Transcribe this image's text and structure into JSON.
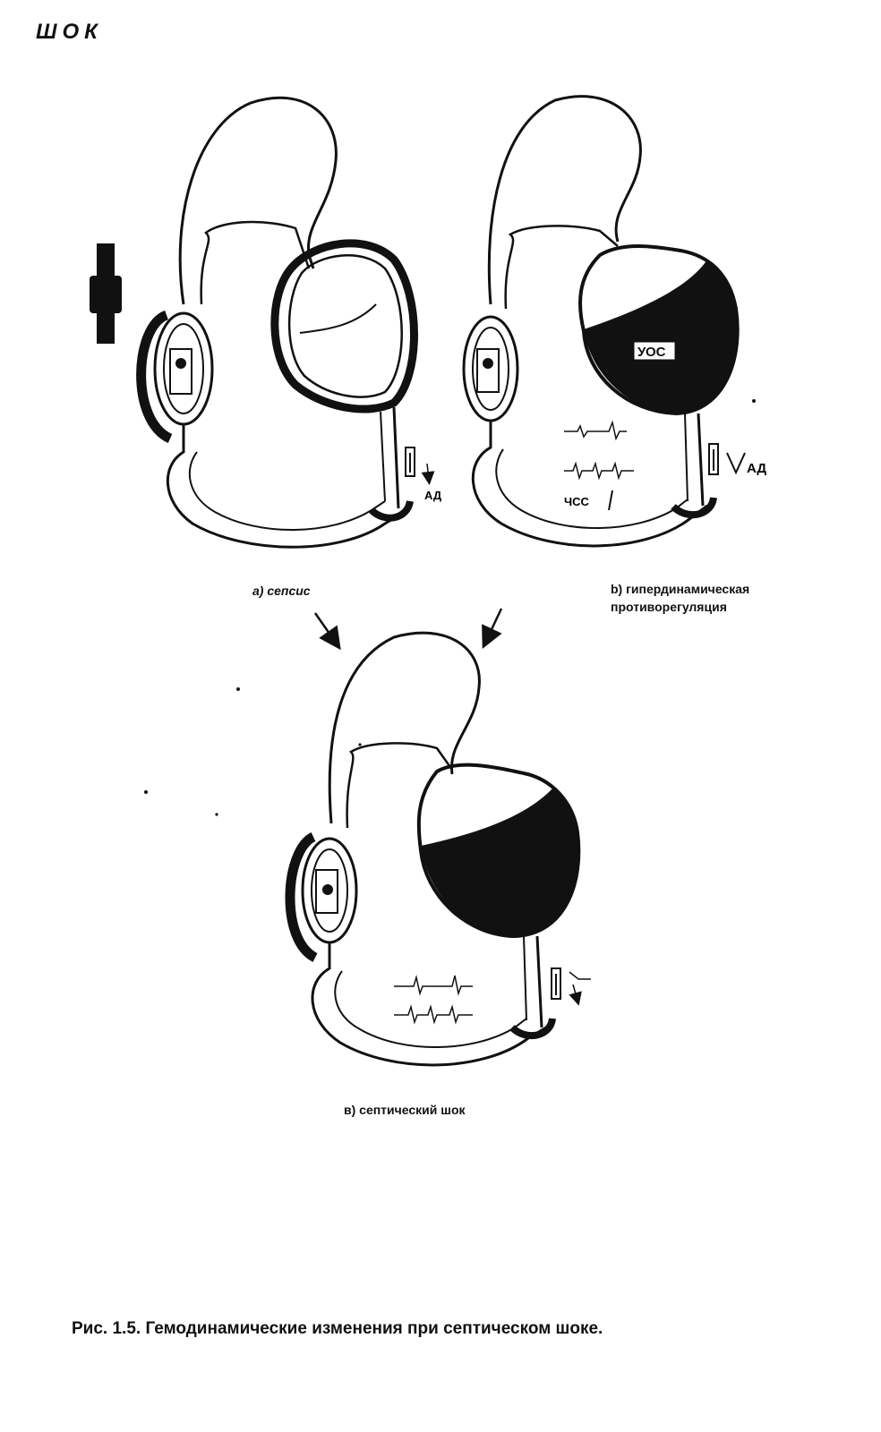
{
  "header": {
    "title": "ШОК"
  },
  "panels": {
    "a": {
      "label": "а) сепсис",
      "bp_label": "АД"
    },
    "b": {
      "label_line1": "b) гипердинамическая",
      "label_line2": "противорегуляция",
      "box_label": "УОС",
      "hr_label": "ЧСС",
      "bp_label": "АД"
    },
    "c": {
      "label": "в) септический шок"
    }
  },
  "caption": "Рис. 1.5. Гемодинамические изменения при септическом шоке."
}
